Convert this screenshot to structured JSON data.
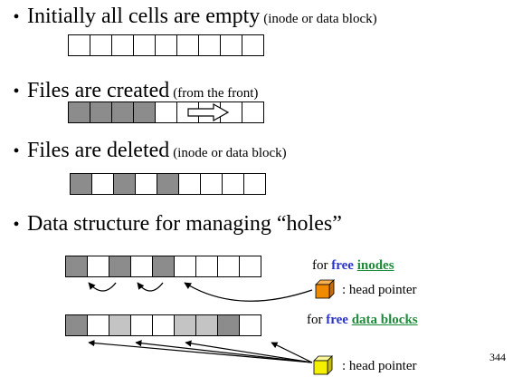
{
  "bullets": [
    {
      "glyph": "•",
      "main": "Initially all cells are empty",
      "aside": "(inode or data block)"
    },
    {
      "glyph": "•",
      "main": "Files are created",
      "aside": "(from the front)"
    },
    {
      "glyph": "•",
      "main": "Files are deleted",
      "aside": "(inode or data block)"
    },
    {
      "glyph": "•",
      "main": "Data structure for managing “holes”",
      "aside": ""
    }
  ],
  "rows": {
    "empty": [
      "e",
      "e",
      "e",
      "e",
      "e",
      "e",
      "e",
      "e",
      "e"
    ],
    "created": [
      "f",
      "f",
      "f",
      "f",
      "e",
      "e",
      "e",
      "e",
      "e"
    ],
    "deleted": [
      "f",
      "e",
      "f",
      "e",
      "f",
      "e",
      "e",
      "e",
      "e"
    ],
    "inodes": [
      "f",
      "e",
      "f",
      "e",
      "f",
      "e",
      "e",
      "e",
      "e"
    ],
    "blocks": [
      "f",
      "e",
      "l",
      "e",
      "e",
      "l",
      "l",
      "f",
      "e"
    ]
  },
  "legend_inodes": {
    "prefix": "for",
    "free": "free",
    "kind": "inodes"
  },
  "legend_blocks": {
    "prefix": "for",
    "free": "free",
    "kind": "data blocks"
  },
  "head_pointer_label": ":  head pointer",
  "page_number": "344",
  "colors": {
    "filled_cell": "#8c8c8c",
    "light_cell": "#c4c4c4",
    "free_word": "#2b34c9",
    "kind_word": "#1f8a3a",
    "inode_cube": "#f08a00",
    "block_cube": "#f5f000"
  },
  "icons": {
    "inode_pointer": "orange-cube-icon",
    "block_pointer": "yellow-cube-icon",
    "move_arrow": "right-arrow-icon"
  }
}
